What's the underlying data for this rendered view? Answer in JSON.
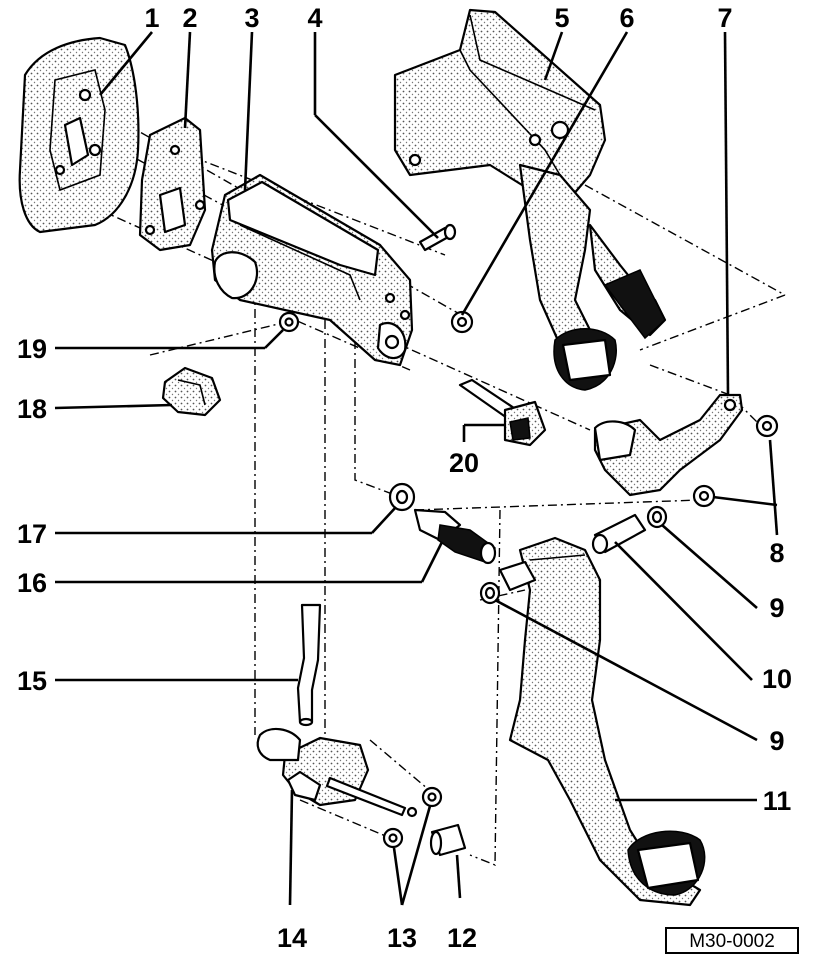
{
  "callouts": {
    "c1": "1",
    "c2": "2",
    "c3": "3",
    "c4": "4",
    "c5": "5",
    "c6": "6",
    "c7": "7",
    "c8": "8",
    "c9a": "9",
    "c9b": "9",
    "c10": "10",
    "c11": "11",
    "c12": "12",
    "c13": "13",
    "c14": "14",
    "c15": "15",
    "c16": "16",
    "c17": "17",
    "c18": "18",
    "c19": "19",
    "c20": "20"
  },
  "reference_code": "M30-0002"
}
